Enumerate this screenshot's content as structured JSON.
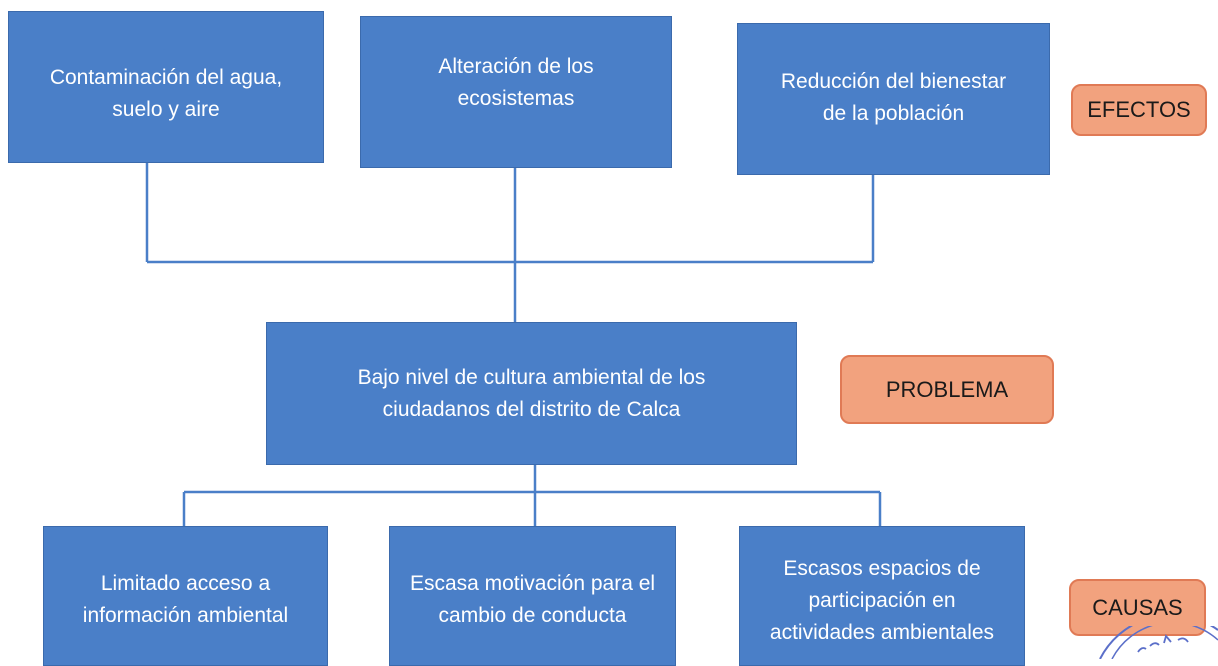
{
  "diagram": {
    "effects": [
      {
        "text": "Contaminación del agua,\nsuelo y aire"
      },
      {
        "text": "Alteración de los\necosistemas"
      },
      {
        "text": "Reducción del bienestar\nde la población"
      }
    ],
    "problem": {
      "text": "Bajo nivel de cultura ambiental de los\nciudadanos del distrito de Calca"
    },
    "causes": [
      {
        "text": "Limitado acceso a\ninformación ambiental"
      },
      {
        "text": "Escasa motivación para el\ncambio de conducta"
      },
      {
        "text": "Escasos espacios de\nparticipación en\nactividades ambientales"
      }
    ],
    "labels": {
      "effects": "EFECTOS",
      "problem": "PROBLEMA",
      "causes": "CAUSAS"
    }
  },
  "colors": {
    "box_fill": "#4a7fc8",
    "label_fill": "#f2a27e",
    "connector": "#4a7fc8"
  }
}
